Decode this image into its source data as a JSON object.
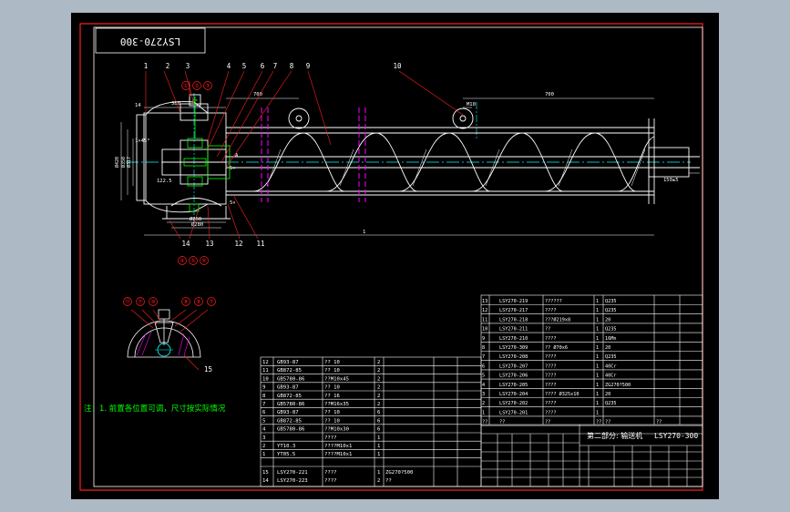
{
  "title_block_code": "LSY270-300",
  "drawing_title": "第二部分: 输送机",
  "drawing_code": "LSY270-300",
  "note": "注：1. 前置各位置可调，尺寸按实际情况",
  "callouts_top": [
    "1",
    "2",
    "3",
    "4",
    "5",
    "6",
    "7",
    "8",
    "9"
  ],
  "callout_10": "10",
  "callouts_bottom": [
    "14",
    "13",
    "12",
    "11"
  ],
  "circle_refs_top": [
    "①",
    "②",
    "③"
  ],
  "circle_refs_bottom": [
    "④",
    "⑤",
    "⑥"
  ],
  "detail_refs_left": [
    "⑫",
    "⑪",
    "⑩"
  ],
  "detail_refs_right": [
    "⑨",
    "⑧",
    "⑦"
  ],
  "detail_callout": "15",
  "dims": {
    "d_380": "380",
    "d_700a": "700",
    "d_700b": "700",
    "d_1m": "1",
    "d_phi250": "Ø250",
    "d_phi280": "Ø280",
    "d_1225": "122.5",
    "d_150": "150±5",
    "d_14": "14"
  },
  "bom_right": [
    [
      "13",
      "LSY270-219",
      "??????",
      "1",
      "Q235",
      ""
    ],
    [
      "12",
      "LSY270-217",
      "????",
      "1",
      "Q235",
      ""
    ],
    [
      "11",
      "LSY270-218",
      "???Ø219x8",
      "1",
      "20",
      ""
    ],
    [
      "10",
      "LSY270-211",
      "??",
      "1",
      "Q235",
      ""
    ],
    [
      "9",
      "LSY270-210",
      "????",
      "1",
      "16Mn",
      ""
    ],
    [
      "8",
      "LSY270-309",
      "?? Ø70x6",
      "1",
      "20",
      ""
    ],
    [
      "7",
      "LSY270-208",
      "????",
      "1",
      "Q235",
      ""
    ],
    [
      "6",
      "LSY270-207",
      "????",
      "1",
      "40Cr",
      ""
    ],
    [
      "5",
      "LSY270-206",
      "????",
      "1",
      "40Cr",
      ""
    ],
    [
      "4",
      "LSY270-205",
      "????",
      "1",
      "ZG270?500",
      ""
    ],
    [
      "3",
      "LSY270-204",
      "???? Ø325x10",
      "1",
      "20",
      ""
    ],
    [
      "2",
      "LSY270-202",
      "????",
      "1",
      "Q235",
      ""
    ],
    [
      "1",
      "LSY270-201",
      "????",
      "1",
      "",
      ""
    ],
    [
      "??",
      "??",
      "??",
      "??",
      "??",
      "??"
    ]
  ],
  "bom_left": [
    [
      "12",
      "GB93-87",
      "?? 10",
      "2"
    ],
    [
      "11",
      "GB872-85",
      "?? 10",
      "2"
    ],
    [
      "10",
      "GB5780-86",
      "??M10x45",
      "2"
    ],
    [
      "9",
      "GB93-87",
      "?? 10",
      "2"
    ],
    [
      "8",
      "GB872-85",
      "?? 16",
      "2"
    ],
    [
      "7",
      "GB5780-86",
      "??M16x35",
      "2"
    ],
    [
      "6",
      "GB93-87",
      "?? 10",
      "6"
    ],
    [
      "5",
      "GB872-85",
      "?? 10",
      "6"
    ],
    [
      "4",
      "GB5780-86",
      "??M10x30",
      "6"
    ],
    [
      "3",
      "",
      "????",
      "1"
    ],
    [
      "2",
      "YT10.3",
      "????M10x1",
      "1"
    ],
    [
      "1",
      "YT05.5",
      "????M10x1",
      "1"
    ]
  ],
  "bom_left_bottom": [
    [
      "15",
      "LSY270-221",
      "????",
      "1",
      "ZG270?500"
    ],
    [
      "14",
      "LSY270-223",
      "????",
      "2",
      "??"
    ]
  ]
}
